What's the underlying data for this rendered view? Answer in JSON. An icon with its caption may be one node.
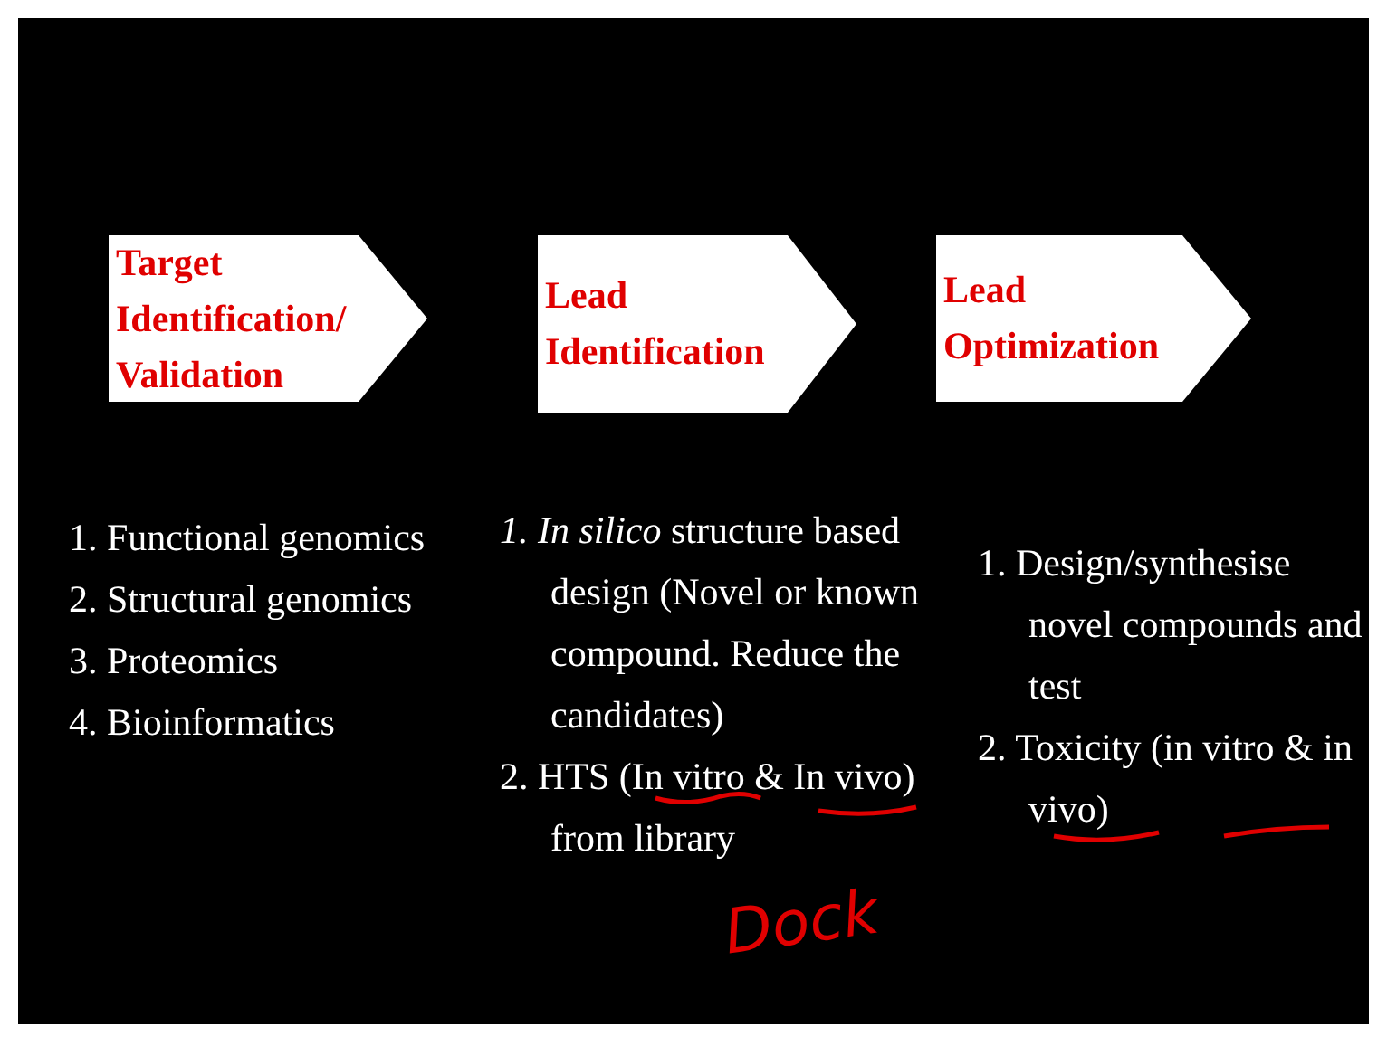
{
  "diagram": {
    "nodes": [
      {
        "text": [
          "Target Identification/ Validation"
        ]
      },
      {
        "text": [
          "Lead Identification"
        ]
      },
      {
        "text": [
          "Lead Optimization"
        ]
      }
    ],
    "labels": [
      "1. Functional genomics",
      "2. Structural genomics",
      "3. Proteomics",
      "4. Bioinformatics",
      "*1. In silico* structure based design (Novel or known compound. Reduce the candidates)",
      "2. HTS (In vitro & In vivo) from library",
      "1. Design/synthesise novel compounds and test",
      "2. Toxicity (in vitro & in vivo)",
      "Dock"
    ]
  }
}
